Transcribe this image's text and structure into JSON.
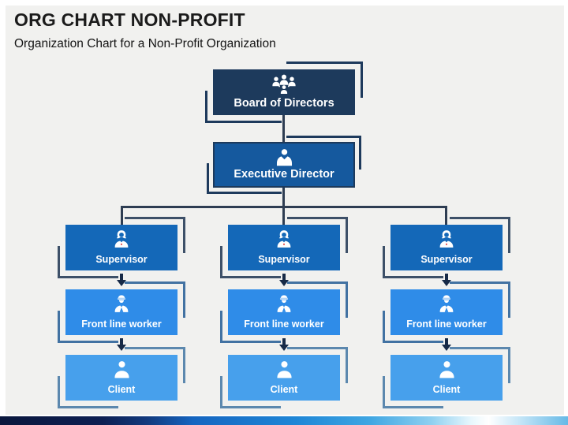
{
  "header": {
    "title": "ORG CHART NON-PROFIT",
    "subtitle": "Organization Chart for a Non-Profit Organization"
  },
  "org_chart": {
    "root": {
      "label": "Board of Directors",
      "icon": "people-group-icon"
    },
    "executive": {
      "label": "Executive Director",
      "icon": "businessman-icon"
    },
    "branches": [
      {
        "supervisor": {
          "label": "Supervisor",
          "icon": "female-person-icon"
        },
        "front_line_worker": {
          "label": "Front line worker",
          "icon": "worker-icon"
        },
        "client": {
          "label": "Client",
          "icon": "person-icon"
        }
      },
      {
        "supervisor": {
          "label": "Supervisor",
          "icon": "female-person-icon"
        },
        "front_line_worker": {
          "label": "Front line worker",
          "icon": "worker-icon"
        },
        "client": {
          "label": "Client",
          "icon": "person-icon"
        }
      },
      {
        "supervisor": {
          "label": "Supervisor",
          "icon": "female-person-icon"
        },
        "front_line_worker": {
          "label": "Front line worker",
          "icon": "worker-icon"
        },
        "client": {
          "label": "Client",
          "icon": "person-icon"
        }
      }
    ]
  },
  "colors": {
    "slide_background": "#f1f1ef",
    "board_fill": "#1d3a5c",
    "executive_fill": "#15599e",
    "supervisor_fill": "#1468b8",
    "front_line_worker_fill": "#2f8ce8",
    "client_fill": "#47a0ec",
    "connector_line": "#2e3d52",
    "arrow": "#172a47",
    "label_text": "#ffffff",
    "badge_dot": "#e23b3b",
    "accent_bar_gradient": [
      "#0a173d",
      "#1565c0",
      "#1f86d6",
      "#ffffff",
      "#66b9e6"
    ]
  }
}
